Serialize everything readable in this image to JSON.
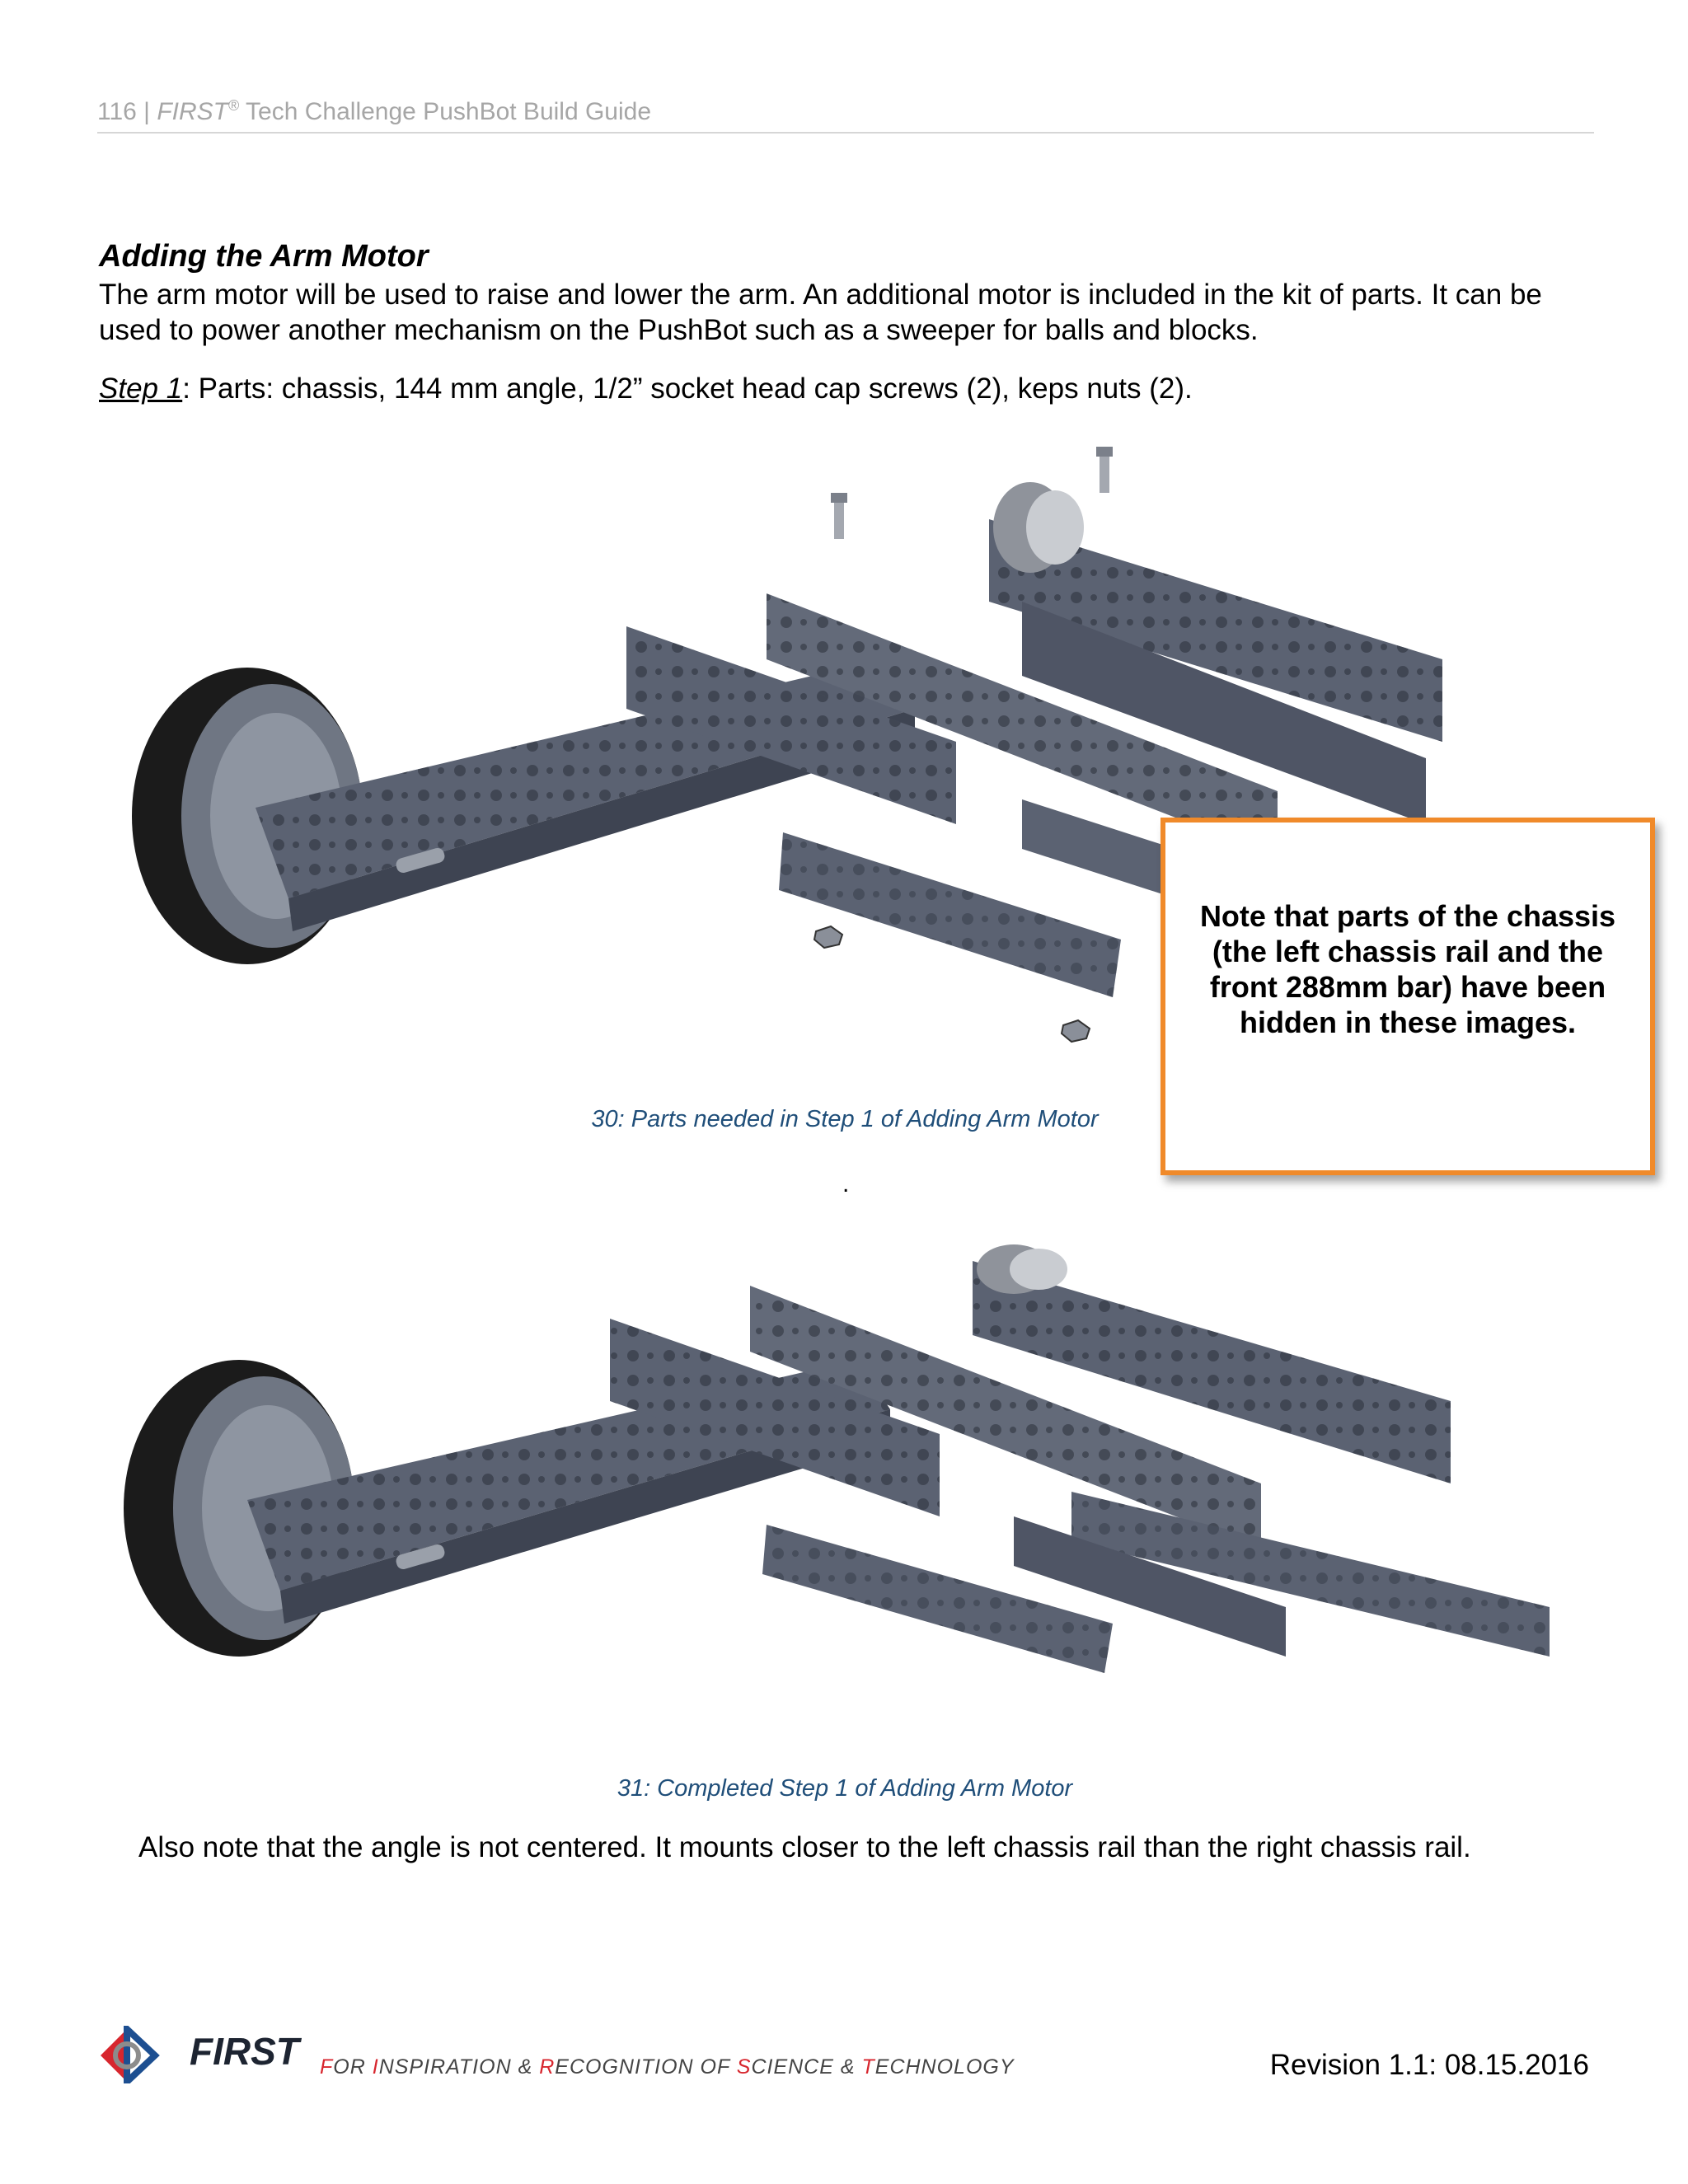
{
  "header": {
    "page_number": "116 |",
    "first": "FIRST",
    "reg": "®",
    "rest": " Tech Challenge PushBot Build Guide"
  },
  "section_title": "Adding the Arm Motor",
  "intro_text": "The arm motor will be used to raise and lower the arm.  An additional motor is included in the kit of parts.  It can be used to power another mechanism on the PushBot such as a sweeper for balls and blocks.",
  "step": {
    "label": "Step 1",
    "text": ":  Parts: chassis, 144 mm angle, 1/2” socket head cap screws (2), keps nuts (2)."
  },
  "figure1_caption": "30: Parts needed in Step 1 of Adding Arm Motor",
  "note_text": "Note that parts of the chassis (the left chassis rail and the front 288mm bar) have been hidden in these images.",
  "separator_dot": ".",
  "figure2_caption": "31: Completed Step 1 of Adding Arm Motor",
  "closing_text": "Also note that the angle is not centered.  It mounts closer to the left chassis rail than the right chassis rail.",
  "footer": {
    "brand": "FIRST",
    "tagline_parts": [
      {
        "t": "F",
        "red": true
      },
      {
        "t": "OR ",
        "red": false
      },
      {
        "t": "I",
        "red": true
      },
      {
        "t": "NSPIRATION & ",
        "red": false
      },
      {
        "t": "R",
        "red": true
      },
      {
        "t": "ECOGNITION OF ",
        "red": false
      },
      {
        "t": "S",
        "red": true
      },
      {
        "t": "CIENCE & ",
        "red": false
      },
      {
        "t": "T",
        "red": true
      },
      {
        "t": "ECHNOLOGY",
        "red": false
      }
    ],
    "revision": "Revision 1.1: 08.15.2016"
  },
  "colors": {
    "caption": "#1f4e79",
    "note_border": "#f08a2a",
    "metal": "#5b6272"
  }
}
